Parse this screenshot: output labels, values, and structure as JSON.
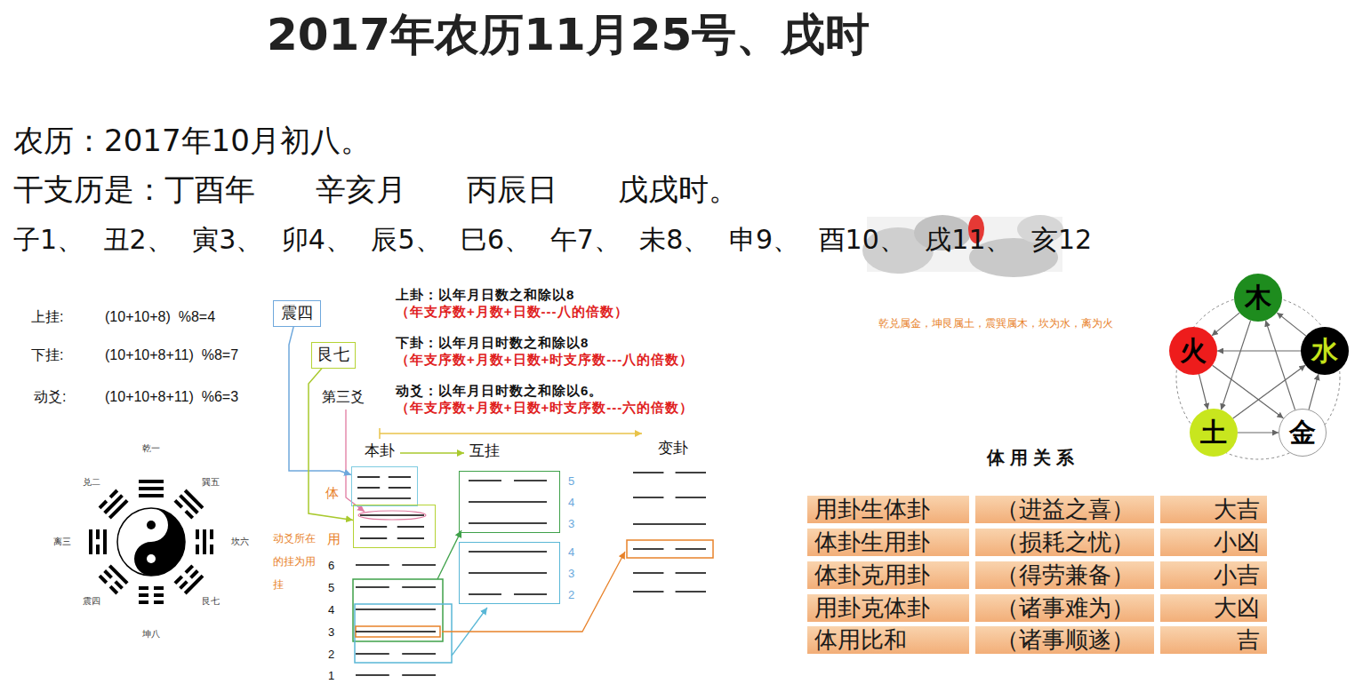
{
  "diagram": {
    "title": "2017年农历11月25号、戌时",
    "nodes": [
      {
        "text": [
          "震四"
        ]
      },
      {
        "text": [
          "艮七"
        ]
      },
      {
        "text": [
          "体"
        ]
      },
      {
        "text": [
          "用"
        ]
      },
      {
        "text": [
          "5",
          "4",
          "3"
        ]
      },
      {
        "text": [
          "4",
          "3",
          "2"
        ]
      },
      {
        "text": [
          "木"
        ]
      },
      {
        "text": [
          "火"
        ]
      },
      {
        "text": [
          "水"
        ]
      },
      {
        "text": [
          "土"
        ]
      },
      {
        "text": [
          "金"
        ]
      }
    ],
    "edges": [
      {
        "from": 0,
        "to": 2,
        "arrow": "to"
      },
      {
        "from": 1,
        "to": 3,
        "arrow": "to"
      },
      {
        "from": 6,
        "to": 7,
        "arrow": "to"
      },
      {
        "from": 7,
        "to": 9,
        "arrow": "to"
      },
      {
        "from": 9,
        "to": 10,
        "arrow": "to"
      },
      {
        "from": 10,
        "to": 8,
        "arrow": "to"
      },
      {
        "from": 8,
        "to": 6,
        "arrow": "to"
      },
      {
        "from": 6,
        "to": 9,
        "arrow": "to"
      },
      {
        "from": 9,
        "to": 8,
        "arrow": "to"
      },
      {
        "from": 8,
        "to": 7,
        "arrow": "to"
      },
      {
        "from": 7,
        "to": 10,
        "arrow": "to"
      },
      {
        "from": 10,
        "to": 6,
        "arrow": "to"
      }
    ],
    "labels": [
      "农历：2017年10月初八。",
      "干支历是：丁酉年　　辛亥月　　丙辰日　　戊戌时。",
      "子1、 丑2、 寅3、 卯4、 辰5、 巳6、 午7、 未8、 申9、 酉10、 戌11、 亥12",
      "上挂:",
      "(10+10+8)  %8=4",
      "下挂:",
      "(10+10+8+11)  %8=7",
      "动爻:",
      "(10+10+8+11)  %6=3",
      "第三爻",
      "上卦：以年月日数之和除以8",
      "（年支序数+月数+日数---八的倍数）",
      "下卦：以年月日时数之和除以8",
      "（年支序数+月数+日数+时支序数---八的倍数）",
      "动爻：以年月日时数之和除以6。",
      "（年支序数+月数+日数+时支序数---六的倍数）",
      "本卦",
      "互挂",
      "变卦",
      "动爻所在的挂为用挂",
      "6",
      "5",
      "4",
      "3",
      "2",
      "1",
      "乾兑属金，坤艮属土，震巽属木，坎为水，离为火",
      "体用关系",
      "用卦生体卦",
      "（进益之喜）",
      "大吉",
      "体卦生用卦",
      "（损耗之忧）",
      "小凶",
      "体卦克用卦",
      "（得劳兼备）",
      "小吉",
      "用卦克体卦",
      "（诸事难为）",
      "大凶",
      "体用比和",
      "（诸事顺遂）",
      "吉",
      "乾一",
      "兑二",
      "离三",
      "震四",
      "巽五",
      "坎六",
      "艮七",
      "坤八"
    ]
  }
}
